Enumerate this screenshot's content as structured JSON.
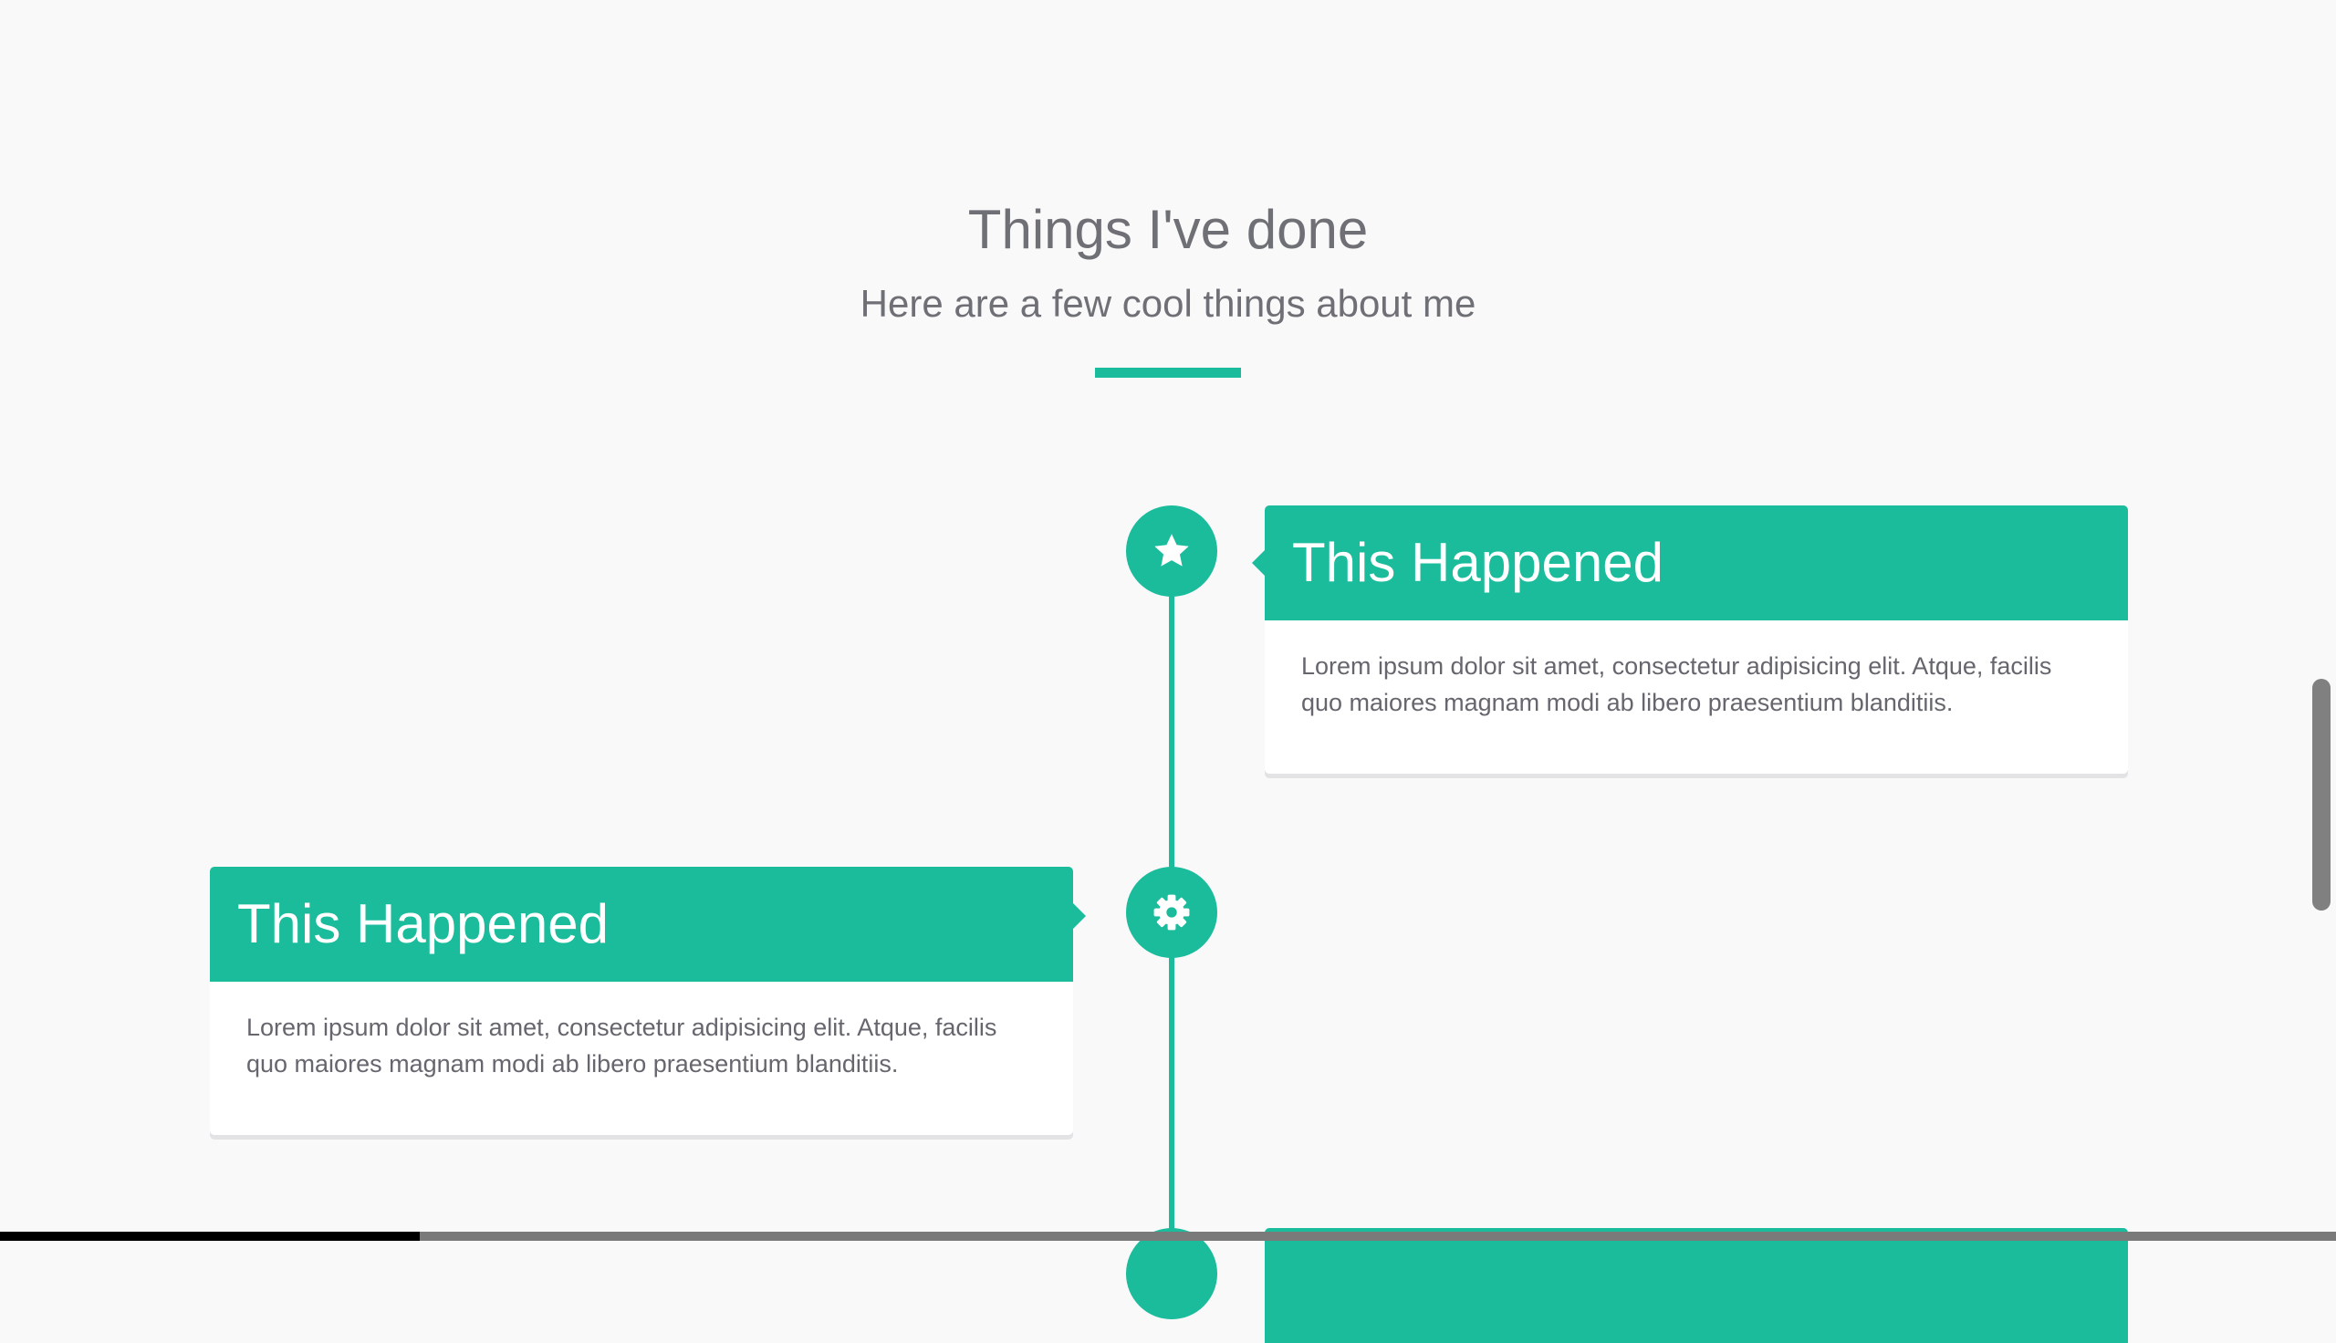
{
  "section": {
    "title": "Things I've done",
    "subtitle": "Here are a few cool things about me"
  },
  "colors": {
    "accent": "#1abc9c",
    "background": "#f9f9f9",
    "heading_text": "#6f6f76",
    "body_text": "#66666e"
  },
  "timeline": {
    "items": [
      {
        "icon": "star-icon",
        "side": "right",
        "title": "This Happened",
        "body": "Lorem ipsum dolor sit amet, consectetur adipisicing elit. Atque, facilis quo maiores magnam modi ab libero praesentium blanditiis."
      },
      {
        "icon": "gear-icon",
        "side": "left",
        "title": "This Happened",
        "body": "Lorem ipsum dolor sit amet, consectetur adipisicing elit. Atque, facilis quo maiores magnam modi ab libero praesentium blanditiis."
      }
    ]
  }
}
